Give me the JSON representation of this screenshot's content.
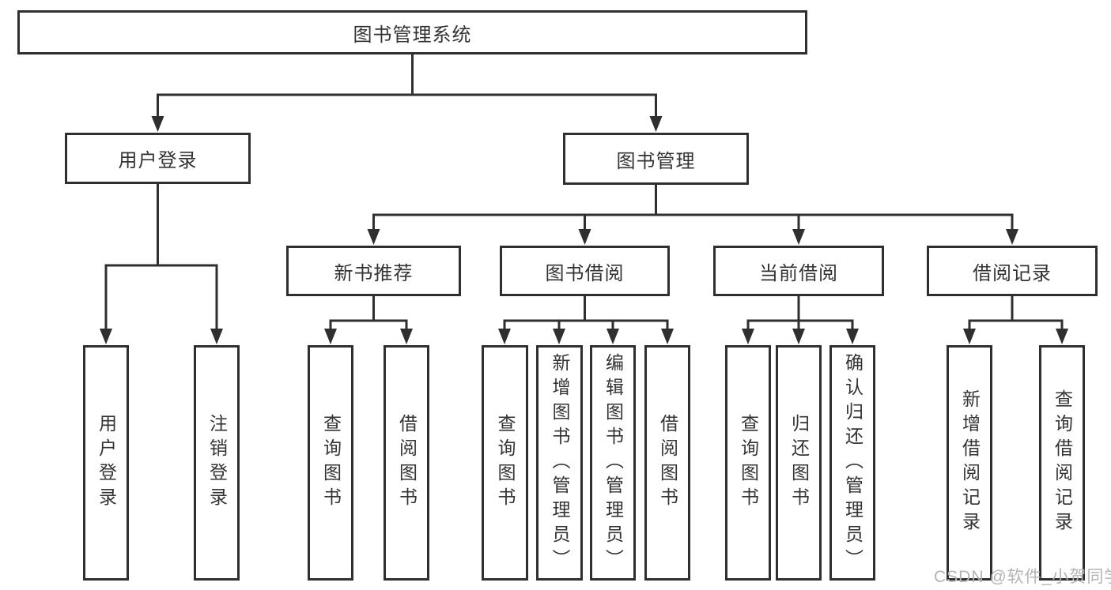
{
  "colors": {
    "background": "#ffffff",
    "line": "#2f2f2f",
    "box_border": "#2f2f2f",
    "box_background": "#ffffff",
    "text": "#333333",
    "watermark": "#b4b4b4"
  },
  "diagram": {
    "root": {
      "label": "图书管理系统"
    },
    "level2": {
      "user_login": {
        "label": "用户登录"
      },
      "book_management": {
        "label": "图书管理"
      }
    },
    "level3": {
      "new_books": {
        "label": "新书推荐"
      },
      "book_borrow": {
        "label": "图书借阅"
      },
      "current_borrow": {
        "label": "当前借阅"
      },
      "borrow_records": {
        "label": "借阅记录"
      }
    },
    "leaves": {
      "user_login": [
        "用户登录",
        "注销登录"
      ],
      "new_books": [
        "查询图书",
        "借阅图书"
      ],
      "book_borrow": [
        "查询图书",
        "新增图书（管理员）",
        "编辑图书（管理员）",
        "借阅图书"
      ],
      "current_borrow": [
        "查询图书",
        "归还图书",
        "确认归还（管理员）"
      ],
      "borrow_records": [
        "新增借阅记录",
        "查询借阅记录"
      ]
    }
  },
  "watermark": {
    "text": "CSDN @软件_小贺同学"
  }
}
